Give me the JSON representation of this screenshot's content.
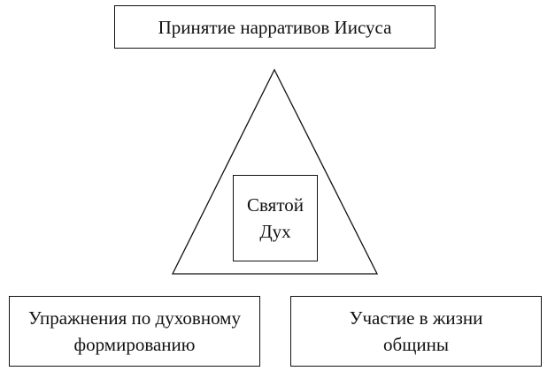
{
  "diagram": {
    "top_node": "Принятие нарративов Иисуса",
    "center_node": "Святой\nДух",
    "left_node": "Упражнения по духовному\nформированию",
    "right_node": "Участие в жизни\nобщины"
  }
}
